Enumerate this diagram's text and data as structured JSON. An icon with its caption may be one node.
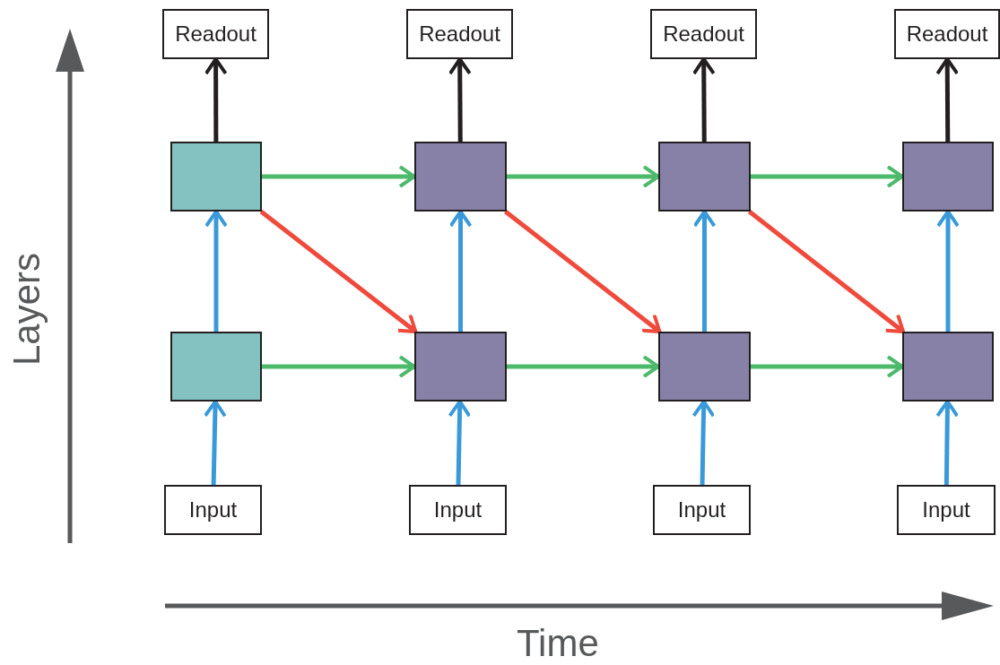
{
  "diagram": {
    "nodes": [
      {
        "text": [
          "Readout"
        ]
      },
      {
        "text": [
          "Readout"
        ]
      },
      {
        "text": [
          "Readout"
        ]
      },
      {
        "text": [
          "Readout"
        ]
      },
      {
        "text": [],
        "shape": "box"
      },
      {
        "text": [],
        "shape": "box"
      },
      {
        "text": [],
        "shape": "box"
      },
      {
        "text": [],
        "shape": "box"
      },
      {
        "text": [],
        "shape": "box"
      },
      {
        "text": [],
        "shape": "box"
      },
      {
        "text": [],
        "shape": "box"
      },
      {
        "text": [],
        "shape": "box"
      },
      {
        "text": [
          "Input"
        ]
      },
      {
        "text": [
          "Input"
        ]
      },
      {
        "text": [
          "Input"
        ]
      },
      {
        "text": [
          "Input"
        ]
      }
    ],
    "edges": [
      {
        "from": 4,
        "to": 0,
        "arrow": "to",
        "color": "#231f20"
      },
      {
        "from": 5,
        "to": 1,
        "arrow": "to",
        "color": "#231f20"
      },
      {
        "from": 6,
        "to": 2,
        "arrow": "to",
        "color": "#231f20"
      },
      {
        "from": 7,
        "to": 3,
        "arrow": "to",
        "color": "#231f20"
      },
      {
        "from": 4,
        "to": 5,
        "arrow": "to",
        "color": "#4cb96b"
      },
      {
        "from": 5,
        "to": 6,
        "arrow": "to",
        "color": "#4cb96b"
      },
      {
        "from": 6,
        "to": 7,
        "arrow": "to",
        "color": "#4cb96b"
      },
      {
        "from": 4,
        "to": 9,
        "arrow": "to",
        "color": "#ef4a3c"
      },
      {
        "from": 5,
        "to": 10,
        "arrow": "to",
        "color": "#ef4a3c"
      },
      {
        "from": 6,
        "to": 11,
        "arrow": "to",
        "color": "#ef4a3c"
      },
      {
        "from": 8,
        "to": 4,
        "arrow": "to"
      },
      {
        "from": 9,
        "to": 5,
        "arrow": "to"
      },
      {
        "from": 10,
        "to": 6,
        "arrow": "to"
      },
      {
        "from": 11,
        "to": 7,
        "arrow": "to"
      },
      {
        "from": 8,
        "to": 9,
        "arrow": "to",
        "color": "#4cb96b"
      },
      {
        "from": 9,
        "to": 10,
        "arrow": "to",
        "color": "#4cb96b"
      },
      {
        "from": 10,
        "to": 11,
        "arrow": "to",
        "color": "#4cb96b"
      },
      {
        "from": 12,
        "to": 8,
        "arrow": "to"
      },
      {
        "from": 13,
        "to": 9,
        "arrow": "to"
      },
      {
        "from": 14,
        "to": 10,
        "arrow": "to"
      },
      {
        "from": 15,
        "to": 11,
        "arrow": "to"
      }
    ],
    "labels": [
      "Layers",
      "Time"
    ]
  }
}
